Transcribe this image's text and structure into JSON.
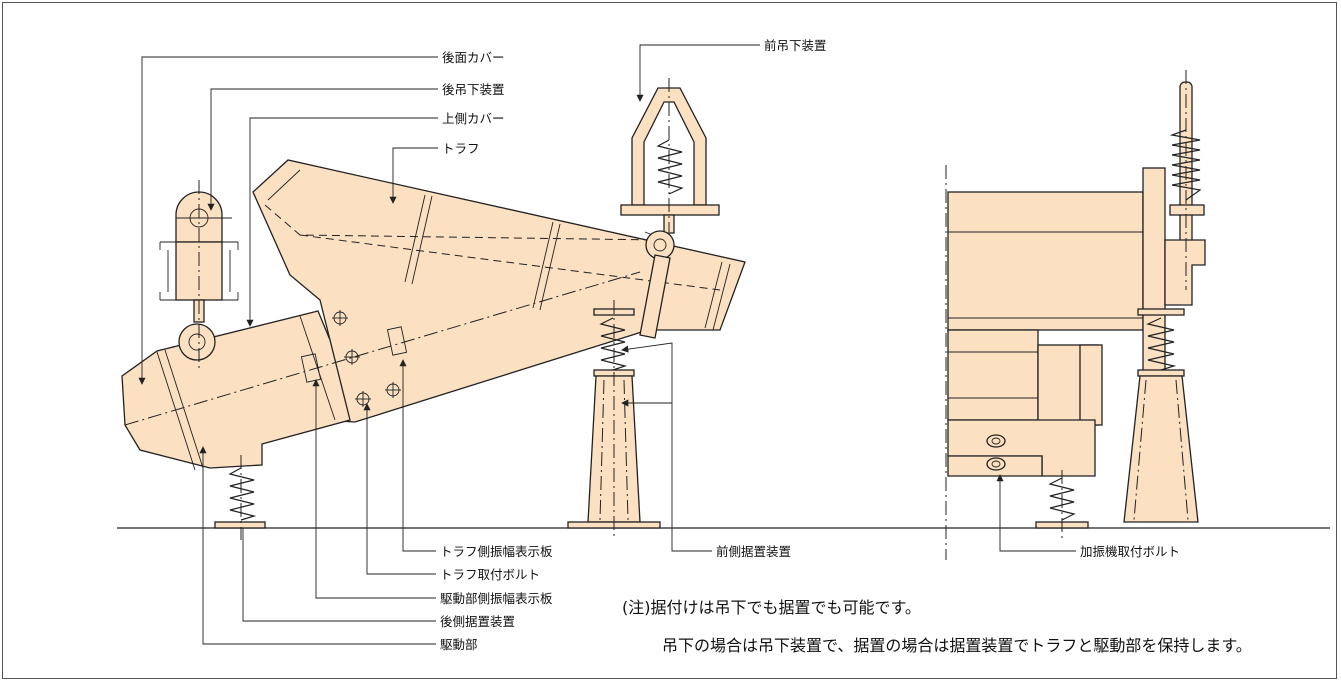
{
  "labels": {
    "rear_cover": "後面カバー",
    "rear_suspension": "後吊下装置",
    "upper_cover": "上側カバー",
    "trough": "トラフ",
    "front_suspension": "前吊下装置",
    "trough_amplitude_plate": "トラフ側振幅表示板",
    "trough_mount_bolt": "トラフ取付ボルト",
    "drive_amplitude_plate": "駆動部側振幅表示板",
    "rear_installation": "後側据置装置",
    "drive_unit": "駆動部",
    "front_installation": "前側据置装置",
    "exciter_bolt": "加振機取付ボルト"
  },
  "note": {
    "line1": "(注)据付けは吊下でも据置でも可能です。",
    "line2": "吊下の場合は吊下装置で、据置の場合は据置装置でトラフと駆動部を保持します。"
  },
  "colors": {
    "body_fill": "#fbe0c2",
    "line": "#222222"
  }
}
